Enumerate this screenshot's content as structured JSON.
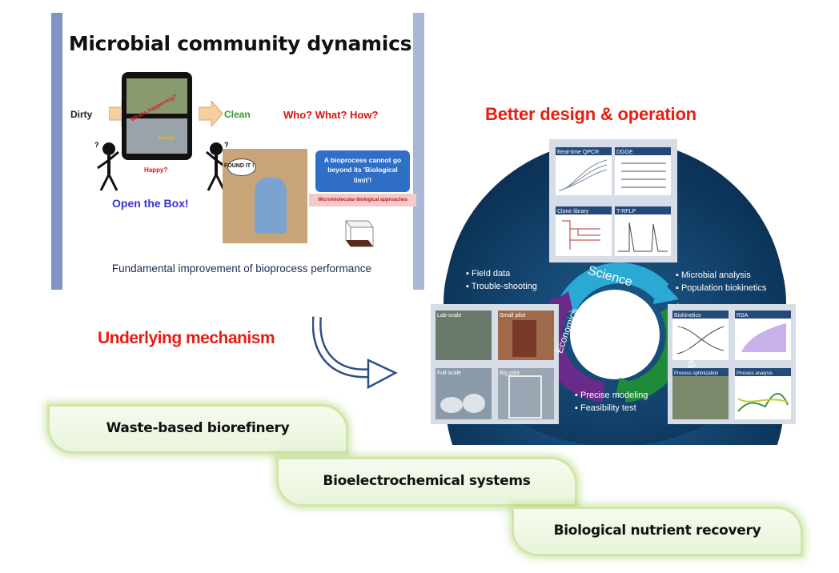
{
  "slide": {
    "title": "Microbial community dynamics",
    "dirty_label": "Dirty",
    "clean_label": "Clean",
    "question_label": "Who? What? How?",
    "monitor_caption": "What's happening?",
    "energy_caption": "Energy",
    "happy_label": "Happy?",
    "open_box_label": "Open the Box!",
    "found_label": "FOUND IT !",
    "limit_box_text": "A bioprocess cannot go beyond its 'Biological limit'!",
    "approach_label": "Micro/molecular-biological approaches",
    "footer": "Fundamental improvement of bioprocess performance"
  },
  "headline": "Better design & operation",
  "mechanism_label": "Underlying mechanism",
  "circle": {
    "left_bullets": [
      "Field data",
      "Trouble-shooting"
    ],
    "right_bullets": [
      "Microbial analysis",
      "Population biokinetics"
    ],
    "bottom_bullets": [
      "Precise modeling",
      "Feasibility test"
    ],
    "cycle_labels": [
      "Science",
      "Engineering",
      "Economics"
    ],
    "panels_top": [
      "Real-time QPCR",
      "DGGE",
      "Clone library",
      "T-RFLP"
    ],
    "panels_left": [
      "Lab-scale",
      "Small pilot",
      "Full-scale",
      "Big pilot"
    ],
    "panels_right": [
      "Biokinetics",
      "RSA",
      "Process optimization",
      "Process analysis"
    ],
    "colors": {
      "disc": "#0d3b63",
      "science": "#2aa9d4",
      "engineering": "#1e8a3a",
      "economics": "#6a2a8a"
    }
  },
  "banners": [
    "Waste-based biorefinery",
    "Bioelectrochemical systems",
    "Biological nutrient recovery"
  ]
}
